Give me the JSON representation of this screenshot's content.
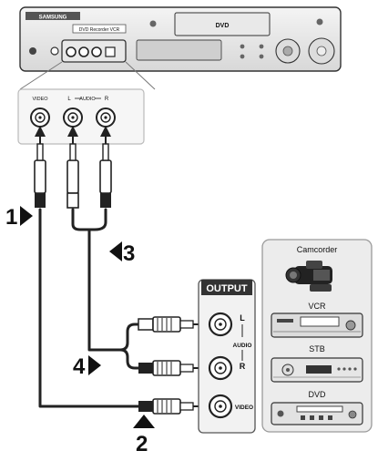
{
  "recorder": {
    "brand": "SAMSUNG",
    "display_text": "DVD Recorder VCR",
    "disc_logo": "DVD"
  },
  "front_jacks": {
    "video_label": "VIDEO",
    "audio_left_label": "L",
    "audio_label": "AUDIO",
    "audio_right_label": "R"
  },
  "source_panel": {
    "output_title": "OUTPUT",
    "audio_l": "L",
    "audio_label": "AUDIO",
    "audio_r": "R",
    "video_label": "VIDEO"
  },
  "devices": [
    {
      "name": "Camcorder",
      "icon": "camcorder-icon"
    },
    {
      "name": "VCR",
      "icon": "vcr-icon"
    },
    {
      "name": "STB",
      "icon": "stb-icon"
    },
    {
      "name": "DVD",
      "icon": "dvd-player-icon"
    }
  ],
  "steps": [
    {
      "number": "1",
      "arrow": "right"
    },
    {
      "number": "2",
      "arrow": "up"
    },
    {
      "number": "3",
      "arrow": "left"
    },
    {
      "number": "4",
      "arrow": "right"
    }
  ]
}
